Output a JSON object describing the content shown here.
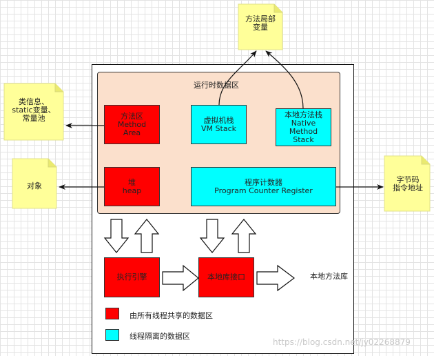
{
  "runtime_area": {
    "title": "运行时数据区"
  },
  "method_area": {
    "label": "方法区\nMethod\nArea"
  },
  "vm_stack": {
    "label": "虚拟机栈\nVM Stack"
  },
  "native_stack": {
    "label": "本地方法栈\nNative\nMethod\nStack"
  },
  "heap": {
    "label": "堆\nheap"
  },
  "pc_register": {
    "label": "程序计数器\nProgram Counter Register"
  },
  "exec_engine": {
    "label": "执行引擎"
  },
  "native_interface": {
    "label": "本地库接口"
  },
  "native_library": {
    "label": "本地方法库"
  },
  "notes": {
    "local_vars": "方法局部\n变量",
    "class_info": "类信息、\nstatic变量、\n常量池",
    "objects": "对象",
    "bytecode_addr": "字节码\n指令地址"
  },
  "legend": {
    "shared": "由所有线程共享的数据区",
    "isolated": "线程隔离的数据区",
    "shared_color": "#ff0000",
    "isolated_color": "#00ffff"
  },
  "watermark": "https://blog.csdn.net/jy02268879",
  "colors": {
    "runtime_bg": "#fbe0cc",
    "note_bg": "#ffff99",
    "shared": "#ff0000",
    "isolated": "#00ffff"
  }
}
